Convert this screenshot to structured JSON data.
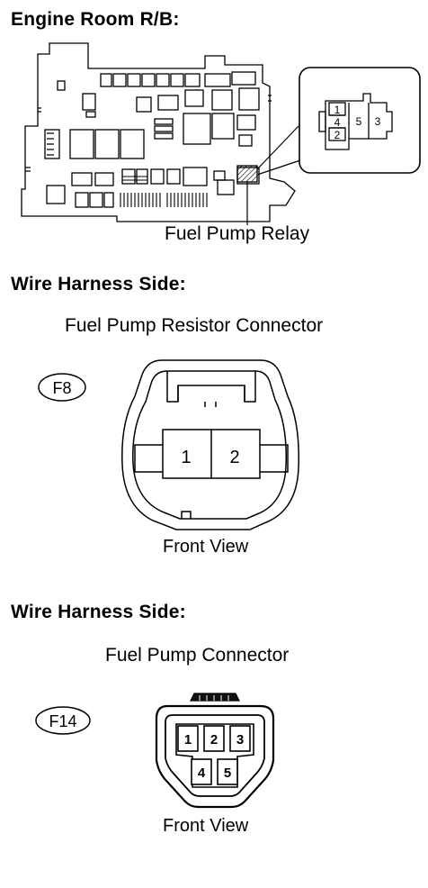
{
  "sections": {
    "relay_box": {
      "heading": "Engine Room R/B:",
      "label": "Fuel Pump Relay",
      "pins": [
        "1",
        "4",
        "2",
        "5",
        "3"
      ]
    },
    "resistor": {
      "heading": "Wire Harness Side:",
      "title": "Fuel Pump Resistor Connector",
      "code": "F8",
      "pins": [
        "1",
        "2"
      ],
      "view": "Front View"
    },
    "pump": {
      "heading": "Wire Harness Side:",
      "title": "Fuel Pump Connector",
      "code": "F14",
      "pins": [
        "1",
        "2",
        "3",
        "4",
        "5"
      ],
      "view": "Front View"
    }
  }
}
